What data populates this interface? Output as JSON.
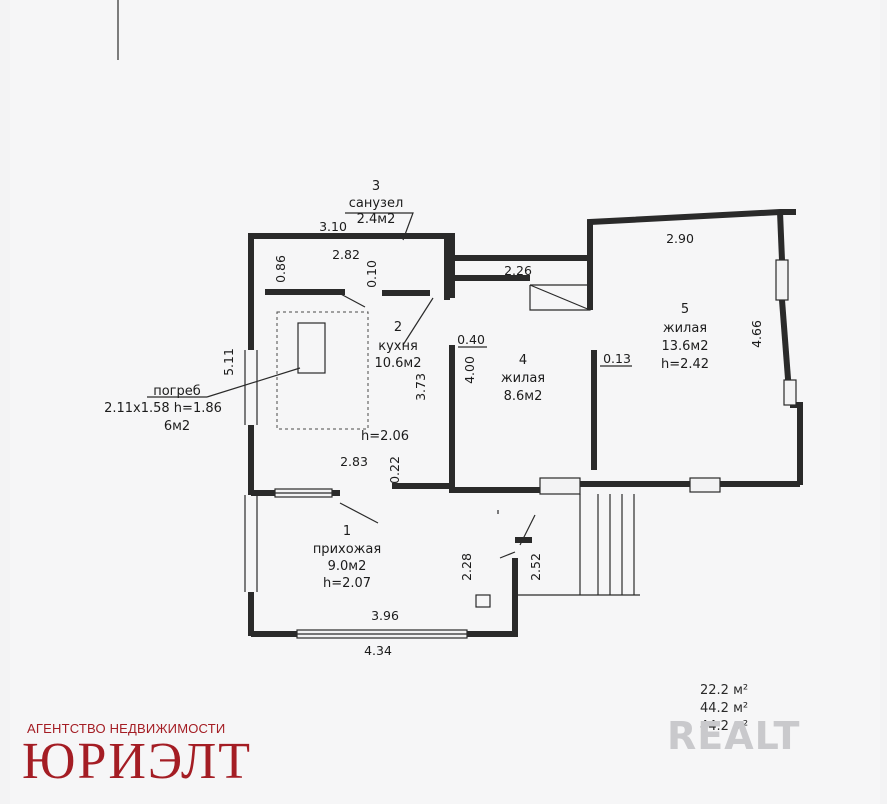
{
  "rooms": {
    "hallway": {
      "number": "1",
      "name": "прихожая",
      "area": "9.0м2",
      "height": "h=2.07"
    },
    "kitchen": {
      "number": "2",
      "name": "кухня",
      "area": "10.6м2"
    },
    "bathroom": {
      "number": "3",
      "name": "санузел",
      "area": "2.4м2"
    },
    "living_4": {
      "number": "4",
      "name": "жилая",
      "area": "8.6м2"
    },
    "living_5": {
      "number": "5",
      "name": "жилая",
      "area": "13.6м2",
      "height": "h=2.42"
    }
  },
  "cellar": {
    "name": "погреб",
    "size": "2.11x1.58 h=1.86",
    "area": "6м2"
  },
  "kitchen_height": "h=2.06",
  "dimensions": {
    "d310": "3.10",
    "d282": "2.82",
    "d086": "0.86",
    "d010": "0.10",
    "d226": "2.26",
    "d290": "2.90",
    "d466": "4.66",
    "d511": "5.11",
    "d040": "0.40",
    "d400": "4.00",
    "d373": "3.73",
    "d013": "0.13",
    "d283": "2.83",
    "d022": "0.22",
    "d228": "2.28",
    "d252": "2.52",
    "d396": "3.96",
    "d434": "4.34"
  },
  "totals": {
    "t1": "22.2 м²",
    "t2": "44.2 м²",
    "t3": "44.2 м²"
  },
  "agency": {
    "caption": "АГЕНТСТВО НЕДВИЖИМОСТИ",
    "name": "ЮРИЭЛТ"
  },
  "watermark": "REALT",
  "colors": {
    "brand_red": "#a41d24",
    "wall": "#2a2a2a",
    "paper": "#f3f3f4"
  }
}
